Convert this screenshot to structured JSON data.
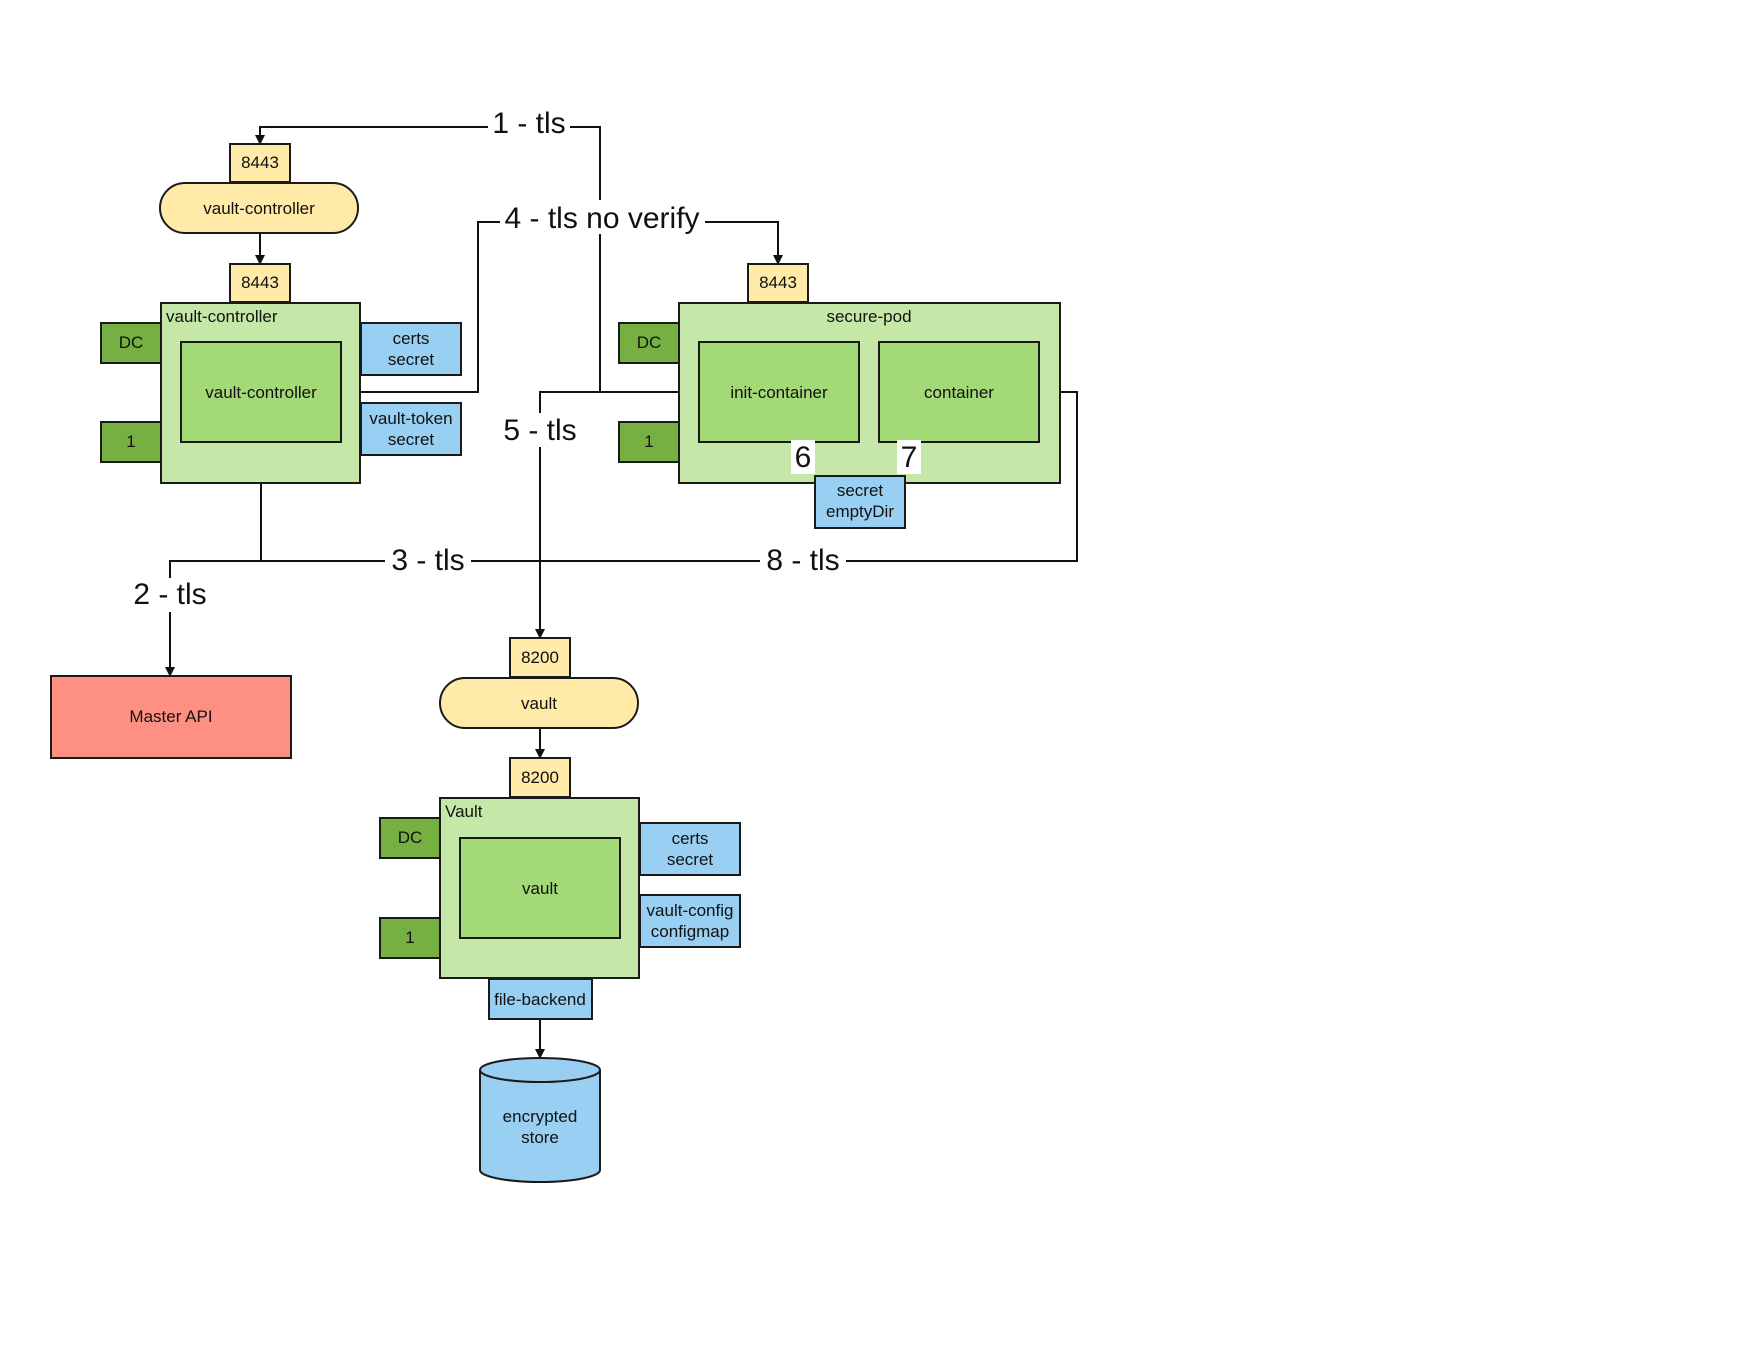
{
  "nodes": {
    "vc_port_top": "8443",
    "vc_service": "vault-controller",
    "vc_port_mid": "8443",
    "vc_container_title": "vault-controller",
    "vc_inner": "vault-controller",
    "vc_dc": "DC",
    "vc_replicas": "1",
    "vc_certs_l1": "certs",
    "vc_certs_l2": "secret",
    "vc_token_l1": "vault-token",
    "vc_token_l2": "secret",
    "sp_port": "8443",
    "sp_title": "secure-pod",
    "sp_init": "init-container",
    "sp_container": "container",
    "sp_dc": "DC",
    "sp_replicas": "1",
    "sp_empty_l1": "secret",
    "sp_empty_l2": "emptyDir",
    "master_api": "Master API",
    "v_port_top": "8200",
    "v_service": "vault",
    "v_port_mid": "8200",
    "v_title": "Vault",
    "v_inner": "vault",
    "v_dc": "DC",
    "v_replicas": "1",
    "v_certs_l1": "certs",
    "v_certs_l2": "secret",
    "v_cfg_l1": "vault-config",
    "v_cfg_l2": "configmap",
    "v_backend": "file-backend",
    "store_l1": "encrypted",
    "store_l2": "store"
  },
  "edges": {
    "e1": "1 - tls",
    "e2": "2 - tls",
    "e3": "3 - tls",
    "e4": "4 - tls no verify",
    "e5": "5 - tls",
    "e6": "6",
    "e7": "7",
    "e8": "8 - tls"
  },
  "colors": {
    "port": "#ffeaa7",
    "container": "#c5e8a8",
    "inner": "#a3d977",
    "badge": "#76b043",
    "volume": "#99cff2",
    "api": "#fe8f83"
  }
}
